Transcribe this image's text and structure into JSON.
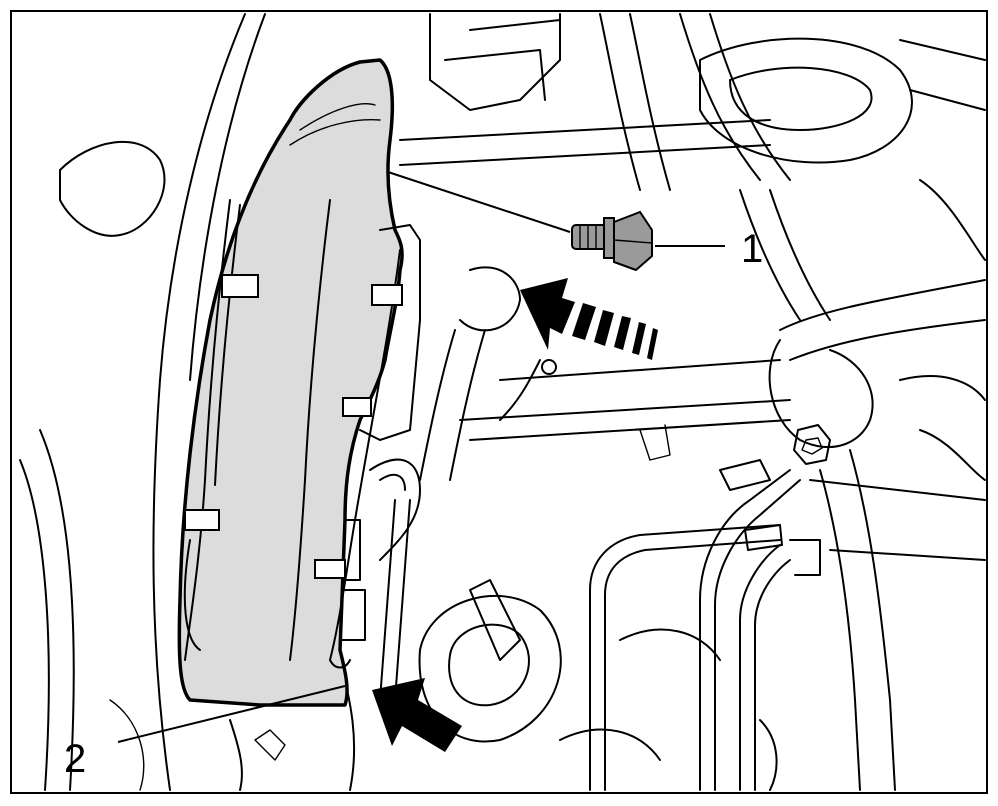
{
  "callouts": [
    {
      "id": "1",
      "label": "1"
    },
    {
      "id": "2",
      "label": "2"
    }
  ],
  "colors": {
    "line": "#000000",
    "panel_fill": "#dcdcdc",
    "bolt_fill": "#9a9a9a",
    "background": "#ffffff"
  },
  "icons": {
    "bolt": "bolt-icon",
    "arrow_upper": "dashed-arrow-icon",
    "arrow_lower": "solid-arrow-icon"
  }
}
